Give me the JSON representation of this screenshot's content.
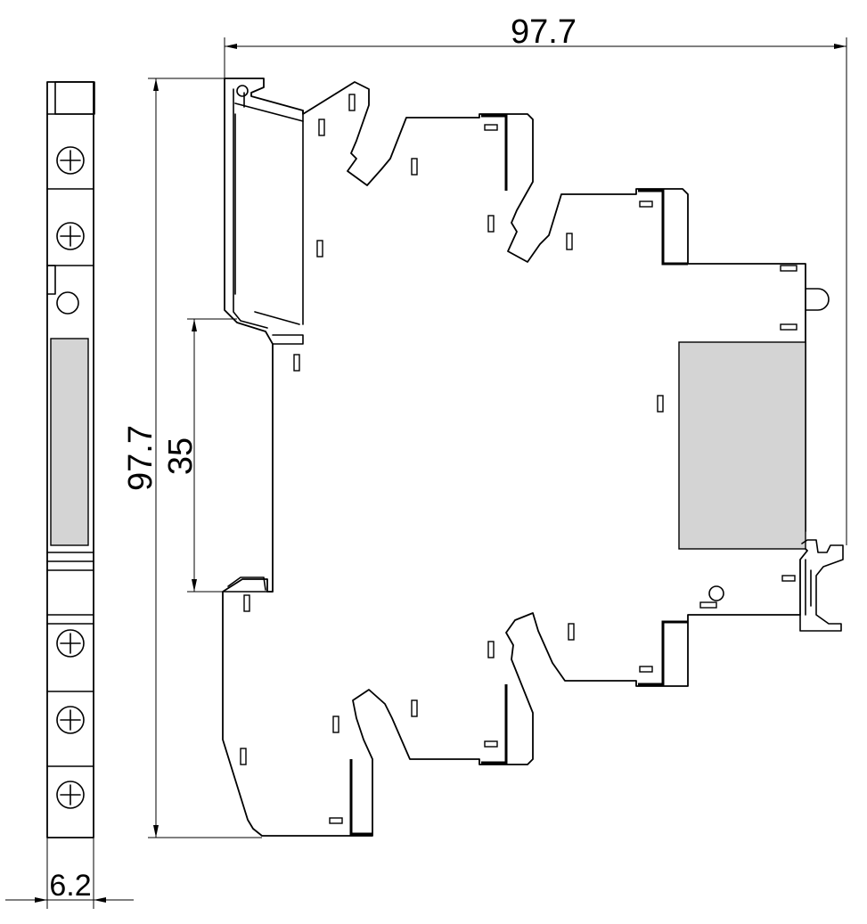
{
  "dimensions": {
    "overall_width": "97.7",
    "overall_height": "97.7",
    "rail_height": "35",
    "module_width": "6.2"
  }
}
